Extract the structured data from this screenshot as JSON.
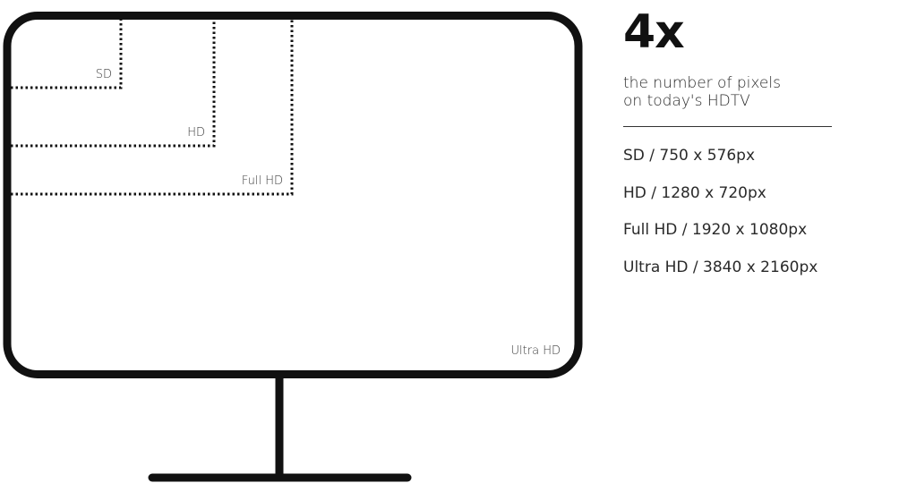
{
  "diagram": {
    "frame_labels": {
      "sd": "SD",
      "hd": "HD",
      "full_hd": "Full HD",
      "ultra_hd": "Ultra HD"
    },
    "colors": {
      "line": "#111111",
      "text": "#2a2a2a",
      "background": "#ffffff"
    }
  },
  "info": {
    "headline": "4x",
    "subtitle_line1": "the number of pixels",
    "subtitle_line2": "on today's HDTV",
    "specs": [
      "SD / 750 x 576px",
      "HD / 1280 x 720px",
      "Full HD / 1920 x 1080px",
      "Ultra HD / 3840 x 2160px"
    ]
  }
}
